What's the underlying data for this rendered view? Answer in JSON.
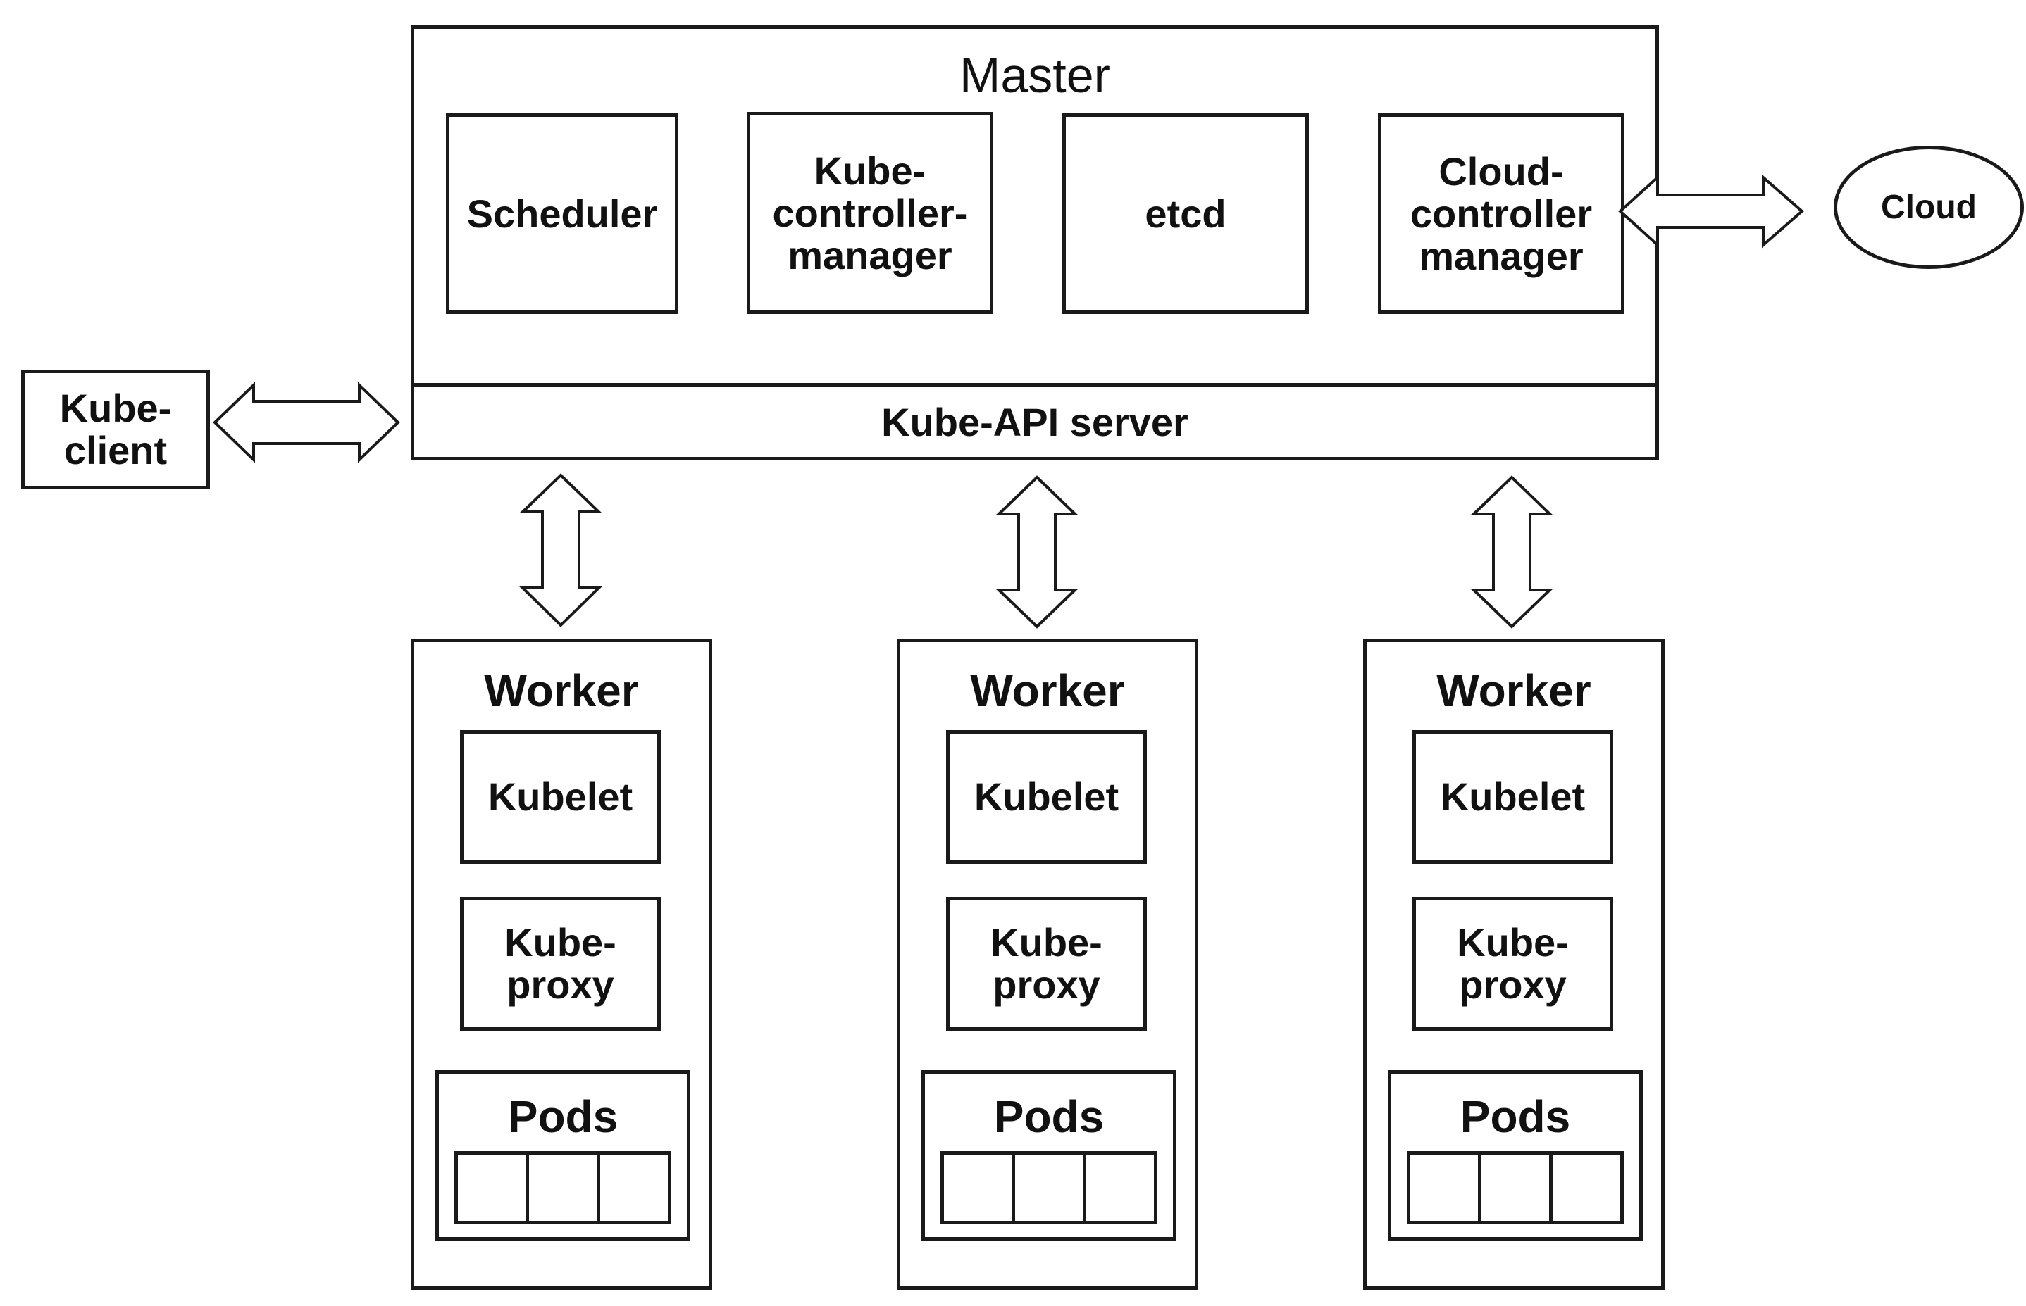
{
  "master": {
    "title": "Master",
    "components": [
      "Scheduler",
      "Kube-\ncontroller-\nmanager",
      "etcd",
      "Cloud-\ncontroller\nmanager"
    ],
    "api_server": "Kube-API server"
  },
  "client": {
    "label": "Kube-\nclient"
  },
  "cloud": {
    "label": "Cloud"
  },
  "workers": [
    {
      "title": "Worker",
      "kubelet": "Kubelet",
      "proxy": "Kube-\nproxy",
      "pods": "Pods"
    },
    {
      "title": "Worker",
      "kubelet": "Kubelet",
      "proxy": "Kube-\nproxy",
      "pods": "Pods"
    },
    {
      "title": "Worker",
      "kubelet": "Kubelet",
      "proxy": "Kube-\nproxy",
      "pods": "Pods"
    }
  ],
  "colors": {
    "stroke": "#1a1a1a",
    "fill": "#ffffff"
  }
}
